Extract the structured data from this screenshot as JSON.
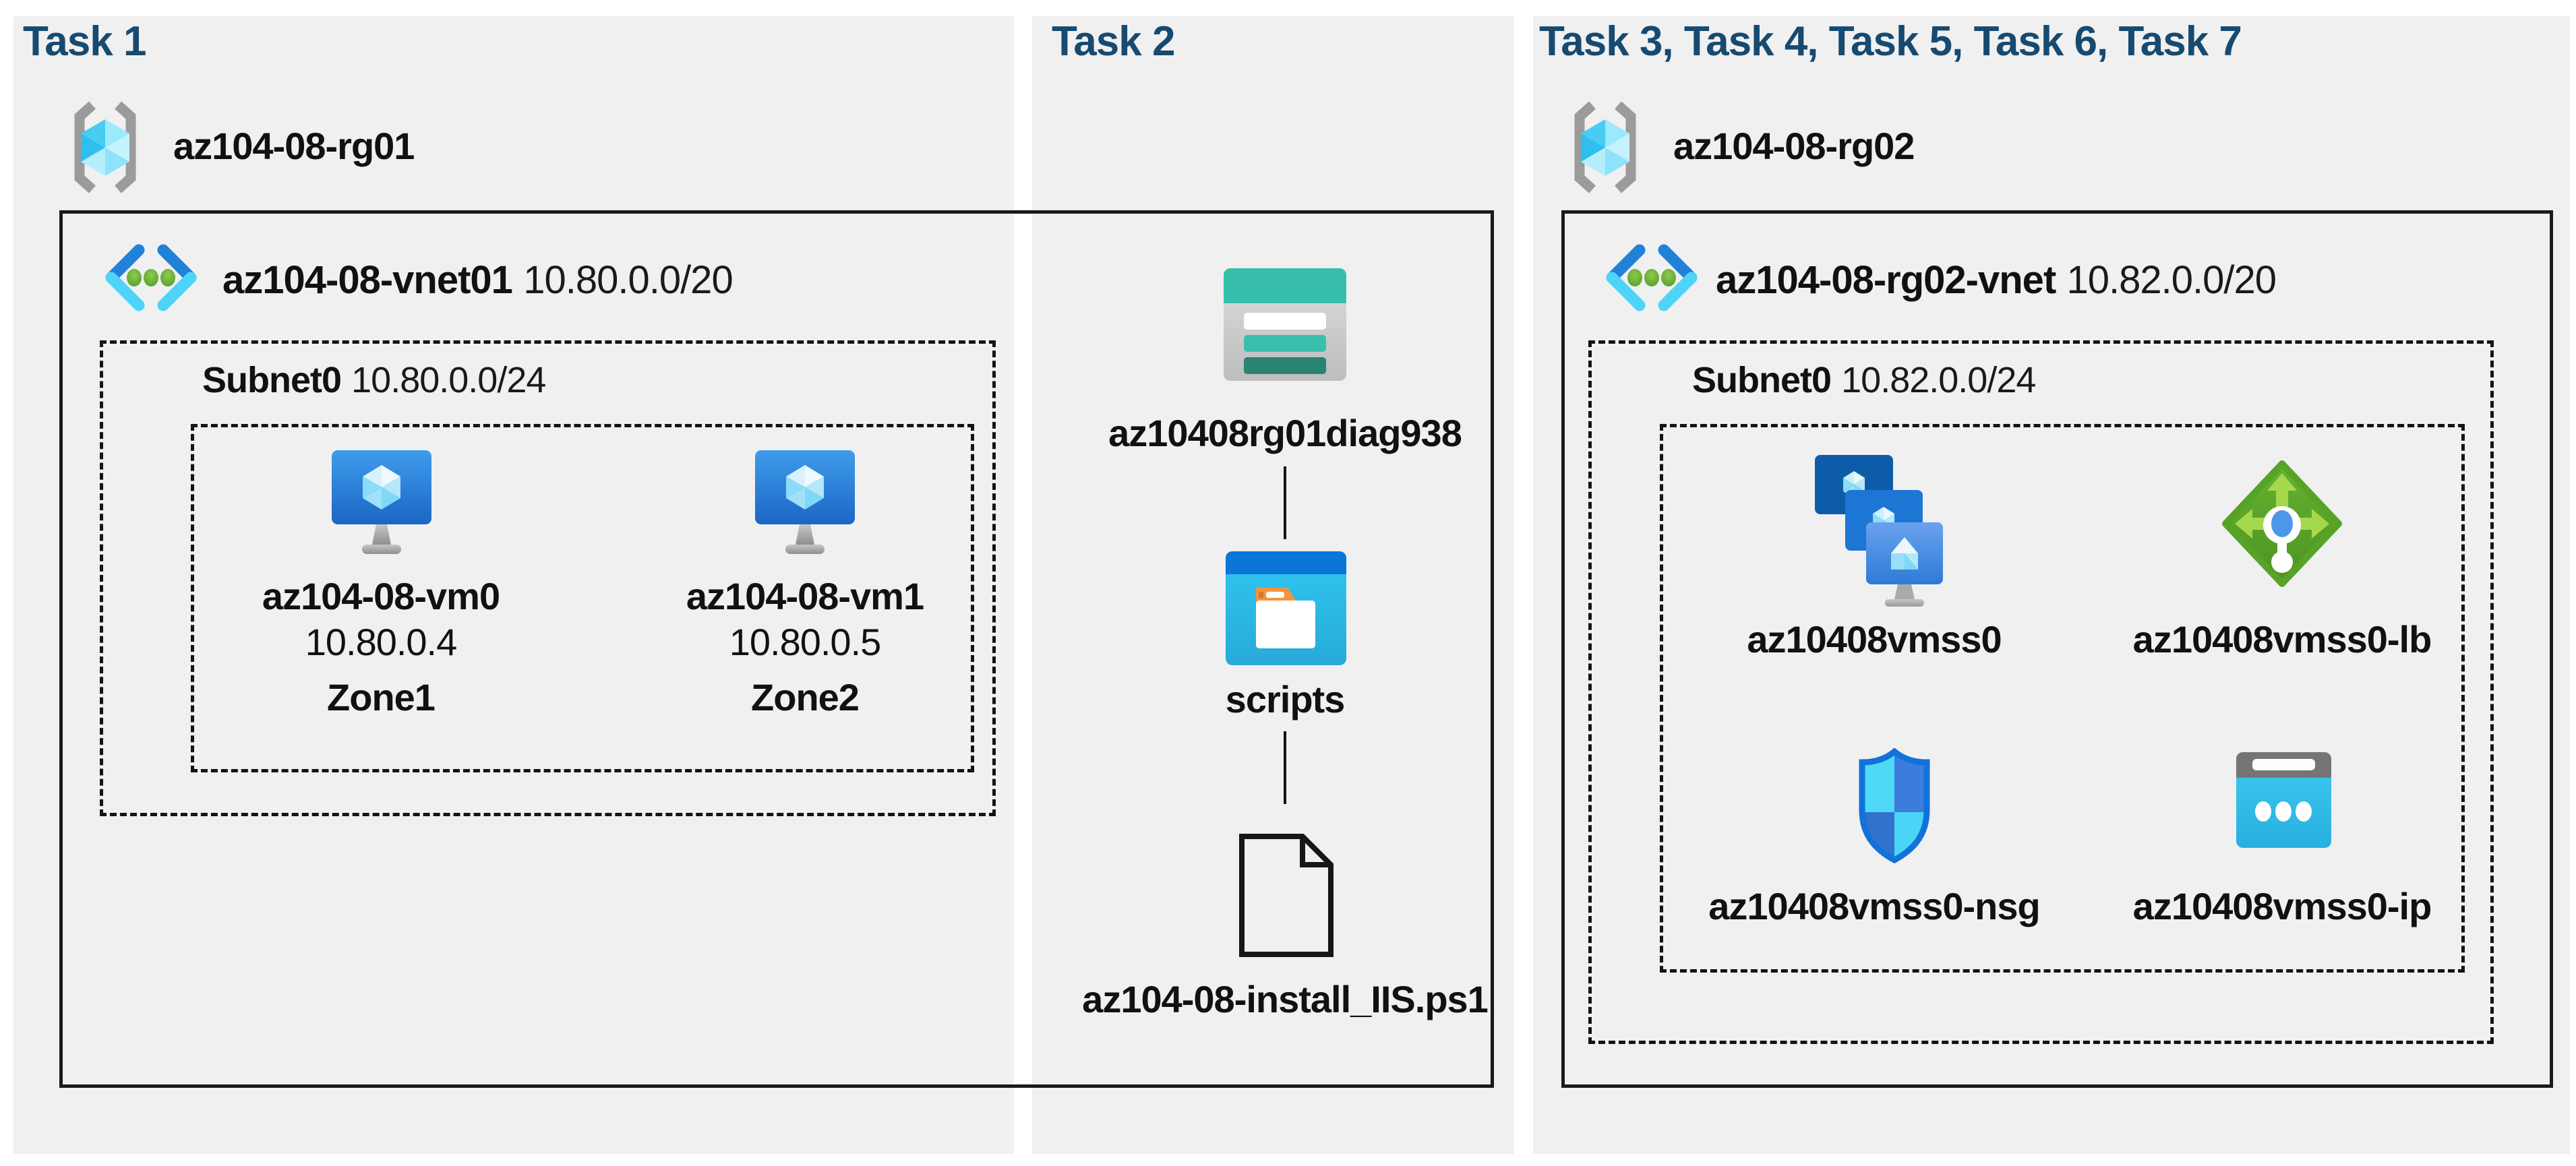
{
  "palette": {
    "title_navy": "#174a70",
    "panel_bg": "#f0f0f1",
    "box_border": "#1a1a1a",
    "azure_blue": "#1d76d4",
    "cyan": "#4ed4f8",
    "teal": "#38bfac",
    "teal_dark": "#2a8374",
    "green": "#57a327",
    "orange": "#f0953c"
  },
  "task1": {
    "title": "Task 1",
    "resource_group": "az104-08-rg01",
    "vnet_name": "az104-08-vnet01",
    "vnet_cidr": "10.80.0.0/20",
    "subnet_name": "Subnet0",
    "subnet_cidr": "10.80.0.0/24",
    "vms": [
      {
        "name": "az104-08-vm0",
        "ip": "10.80.0.4",
        "zone": "Zone1"
      },
      {
        "name": "az104-08-vm1",
        "ip": "10.80.0.5",
        "zone": "Zone2"
      }
    ]
  },
  "task2": {
    "title": "Task 2",
    "storage_account": "az10408rg01diag938",
    "container": "scripts",
    "file": "az104-08-install_IIS.ps1"
  },
  "task3": {
    "title": "Task 3, Task 4, Task 5, Task 6, Task 7",
    "resource_group": "az104-08-rg02",
    "vnet_name": "az104-08-rg02-vnet",
    "vnet_cidr": "10.82.0.0/20",
    "subnet_name": "Subnet0",
    "subnet_cidr": "10.82.0.0/24",
    "resources": [
      {
        "name": "az10408vmss0",
        "type": "vm-scale-set"
      },
      {
        "name": "az10408vmss0-lb",
        "type": "load-balancer"
      },
      {
        "name": "az10408vmss0-nsg",
        "type": "network-security-group"
      },
      {
        "name": "az10408vmss0-ip",
        "type": "public-ip"
      }
    ]
  }
}
